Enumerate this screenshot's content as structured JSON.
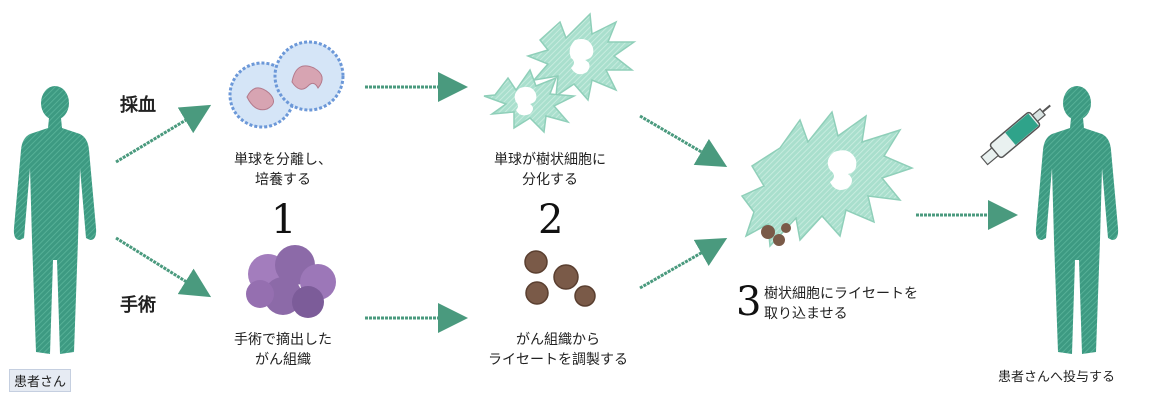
{
  "labels": {
    "blood_draw": "採血",
    "surgery": "手術",
    "step1_top": [
      "単球を分離し、",
      "培養する"
    ],
    "step1_bottom": [
      "手術で摘出した",
      "がん組織"
    ],
    "step2_top": [
      "単球が樹状細胞に",
      "分化する"
    ],
    "step2_bottom": [
      "がん組織から",
      "ライセートを調製する"
    ],
    "step3": [
      "樹状細胞にライセートを",
      "取り込ませる"
    ],
    "patient_left": "患者さん",
    "patient_right": "患者さんへ投与する"
  },
  "step_numbers": {
    "one": "1",
    "two": "2",
    "three": "3"
  },
  "colors": {
    "figure": "#3d9a82",
    "cell": "#b7e6d6",
    "arrow": "#4a9a7e",
    "monocyte_fill": "#cfe0f5",
    "monocyte_edge": "#6c98d8",
    "nucleus": "#d7a4b2",
    "tumor": "#8c6aa8",
    "lysate": "#7a5a48"
  },
  "icons": [
    "human-figure-icon",
    "monocyte-icon",
    "tumor-icon",
    "dendritic-cell-icon",
    "lysate-icon",
    "syringe-icon",
    "arrow-icon"
  ]
}
